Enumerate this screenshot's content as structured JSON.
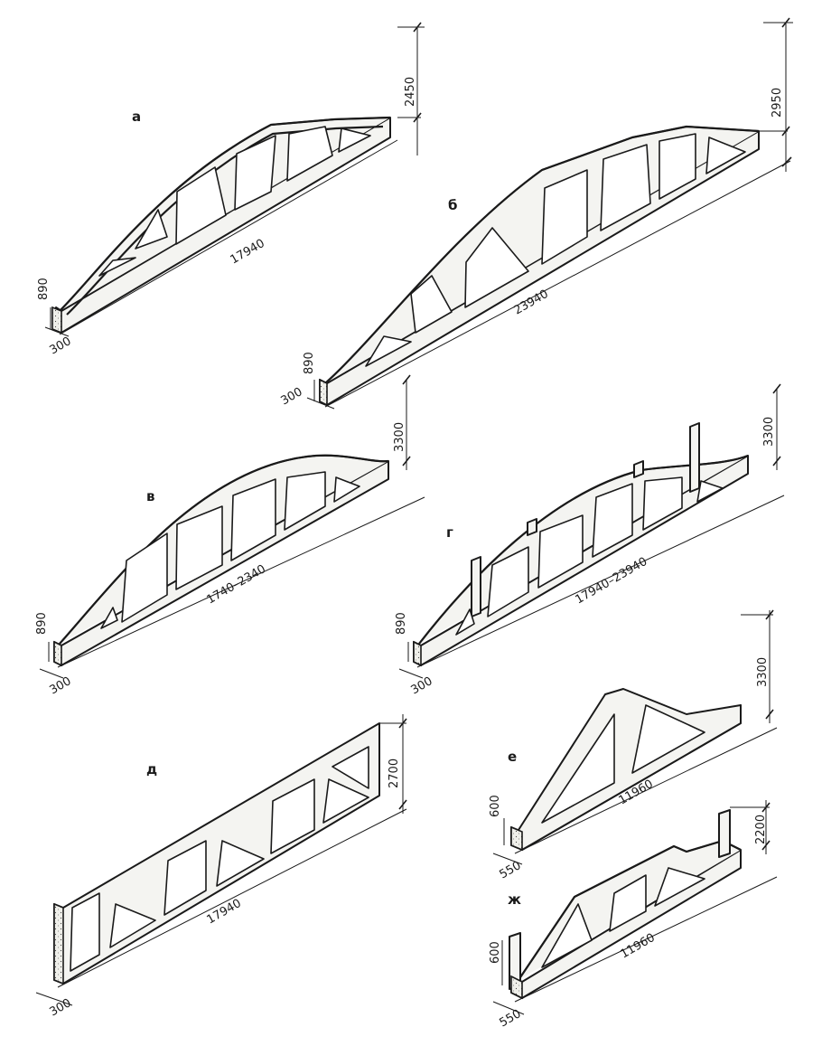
{
  "figures": [
    {
      "id": "a",
      "label": "а",
      "length": "17940",
      "height_end": "890",
      "width": "300",
      "height_mid": "2450"
    },
    {
      "id": "b",
      "label": "б",
      "length": "23940",
      "height_end": "890",
      "width": "300",
      "height_mid": "2950"
    },
    {
      "id": "v",
      "label": "в",
      "length": "1740–2340",
      "height_end": "890",
      "width": "300",
      "height_mid": "3300"
    },
    {
      "id": "g",
      "label": "г",
      "length": "17940–23940",
      "height_end": "890",
      "width": "300",
      "height_mid": "3300"
    },
    {
      "id": "d",
      "label": "д",
      "length": "17940",
      "height": "2700",
      "width": "300"
    },
    {
      "id": "e",
      "label": "е",
      "length": "11960",
      "height_end": "600",
      "width": "550",
      "height_mid": "3300"
    },
    {
      "id": "zh",
      "label": "ж",
      "length": "11960",
      "height_end": "600",
      "width": "550",
      "height_mid": "2200"
    }
  ]
}
